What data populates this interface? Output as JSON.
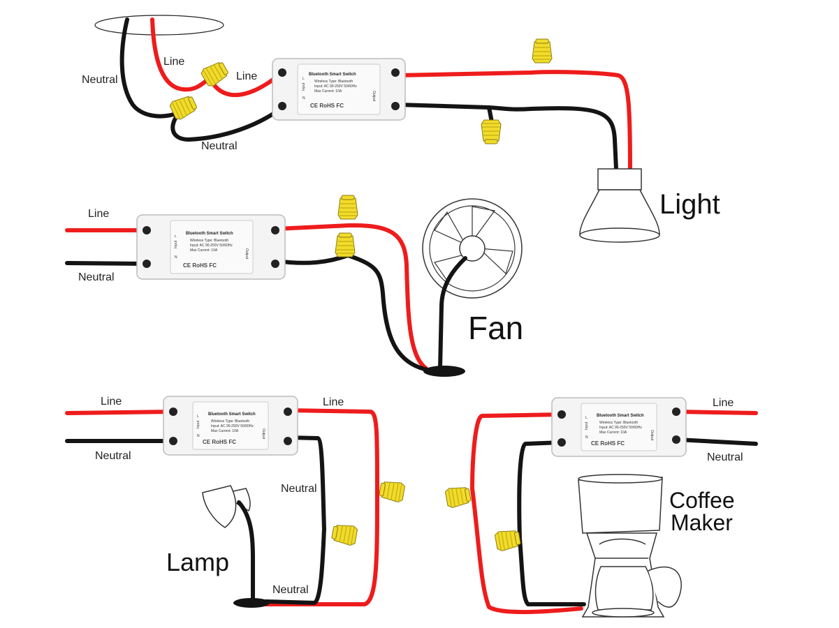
{
  "colors": {
    "line_wire": "#ee1c1c",
    "neutral_wire": "#141414",
    "wire_nut": "#f2dc2a",
    "module_body": "#f4f4f4"
  },
  "module": {
    "title": "Bluetooth Smart Switch",
    "spec_wireless": "Wireless Type: Bluetooth",
    "spec_input": "Input: AC 90-250V 50/60Hz",
    "spec_current": "Max Current: 10A",
    "input_side": "Input",
    "output_side": "Output",
    "term_l": "L",
    "term_n": "N",
    "cert_logos": "CE RoHS FC"
  },
  "labels": {
    "line": "Line",
    "neutral": "Neutral",
    "light": "Light",
    "fan": "Fan",
    "lamp": "Lamp",
    "coffee_maker_line1": "Coffee",
    "coffee_maker_line2": "Maker"
  }
}
